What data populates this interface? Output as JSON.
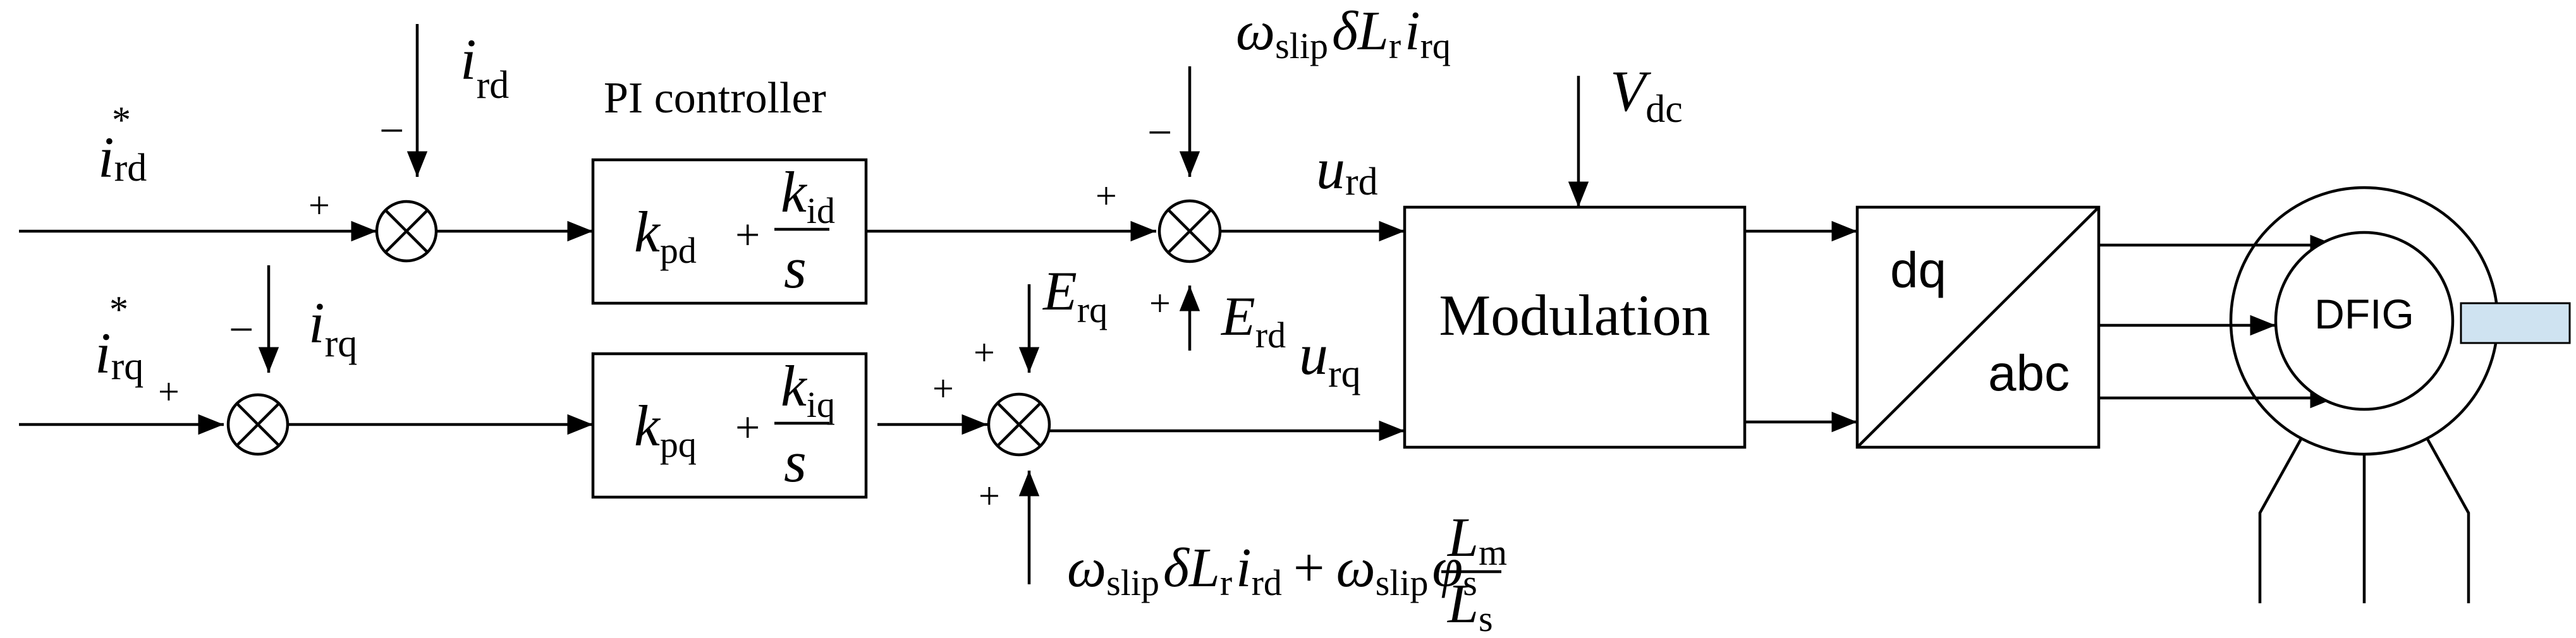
{
  "labels": {
    "pi_controller": "PI controller",
    "modulation": "Modulation",
    "dfig": "DFIG",
    "dq": "dq",
    "abc": "abc"
  },
  "signals": {
    "i_rd_ref": {
      "main": "i",
      "sub": "rd",
      "sup": "*"
    },
    "i_rq_ref": {
      "main": "i",
      "sub": "rq",
      "sup": "*"
    },
    "i_rd": {
      "main": "i",
      "sub": "rd"
    },
    "i_rq": {
      "main": "i",
      "sub": "rq"
    },
    "u_rd": {
      "main": "u",
      "sub": "rd"
    },
    "u_rq": {
      "main": "u",
      "sub": "rq"
    },
    "v_dc": {
      "main": "V",
      "sub": "dc"
    },
    "e_rq": {
      "main": "E",
      "sub": "rq"
    },
    "e_rd": {
      "main": "E",
      "sub": "rd"
    }
  },
  "pi_d": {
    "kp": "k",
    "kp_sub": "pd",
    "plus": "+",
    "ki": "k",
    "ki_sub": "id",
    "s": "s"
  },
  "pi_q": {
    "kp": "k",
    "kp_sub": "pq",
    "plus": "+",
    "ki": "k",
    "ki_sub": "iq",
    "s": "s"
  },
  "feedforward_d": {
    "omega": "ω",
    "omega_sub": "slip",
    "delta": "δ",
    "L": "L",
    "L_sub": "r",
    "i": "i",
    "i_sub": "rq"
  },
  "feedforward_q": {
    "omega": "ω",
    "omega_sub": "slip",
    "delta": "δ",
    "L": "L",
    "L_sub": "r",
    "i": "i",
    "i_sub": "rd",
    "plus": "+",
    "omega2": "ω",
    "omega2_sub": "slip",
    "phi": "φ",
    "phi_sub": "s",
    "Lm": "L",
    "Lm_sub": "m",
    "Ls": "L",
    "Ls_sub": "s"
  },
  "signs": {
    "plus": "+",
    "minus": "−"
  }
}
